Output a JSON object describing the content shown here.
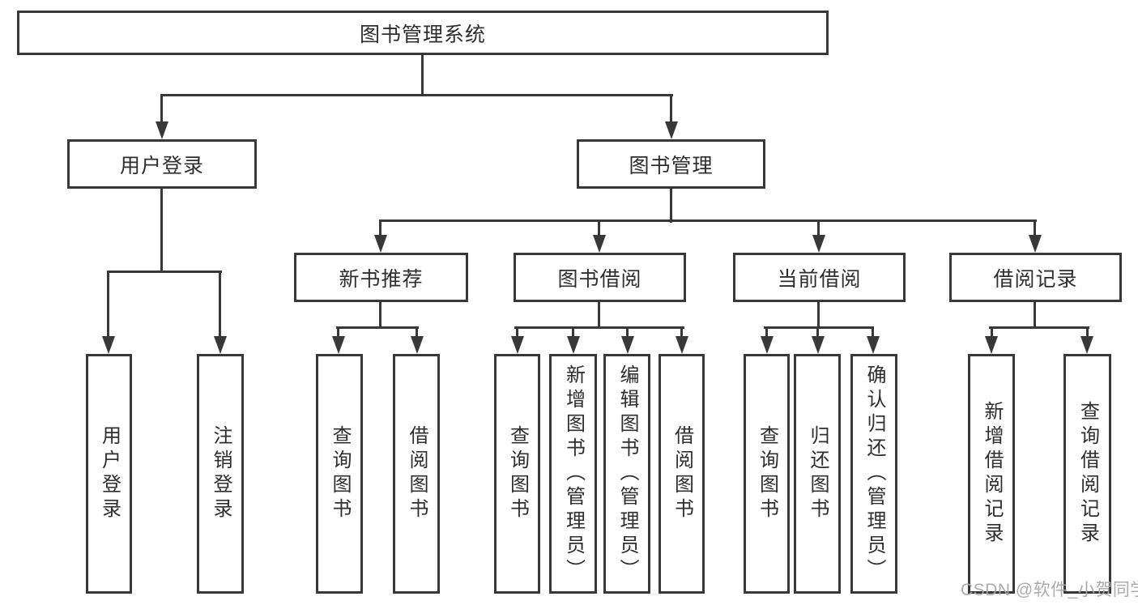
{
  "tree": {
    "root": {
      "label": "图书管理系统"
    },
    "level2": [
      {
        "label": "用户登录",
        "children": [
          {
            "label": "用户登录"
          },
          {
            "label": "注销登录"
          }
        ]
      },
      {
        "label": "图书管理",
        "children": [
          {
            "label": "新书推荐",
            "children": [
              {
                "label": "查询图书"
              },
              {
                "label": "借阅图书"
              }
            ]
          },
          {
            "label": "图书借阅",
            "children": [
              {
                "label": "查询图书"
              },
              {
                "label": "新增图书（管理员）"
              },
              {
                "label": "编辑图书（管理员）"
              },
              {
                "label": "借阅图书"
              }
            ]
          },
          {
            "label": "当前借阅",
            "children": [
              {
                "label": "查询图书"
              },
              {
                "label": "归还图书"
              },
              {
                "label": "确认归还（管理员）"
              }
            ]
          },
          {
            "label": "借阅记录",
            "children": [
              {
                "label": "新增借阅记录"
              },
              {
                "label": "查询借阅记录"
              }
            ]
          }
        ]
      }
    ]
  },
  "watermark": {
    "text": "CSDN @软件_小贺同学"
  },
  "colors": {
    "line": "#383838",
    "text": "#2e2e2e",
    "watermark": "#a8a8a8",
    "background": "#ffffff"
  }
}
